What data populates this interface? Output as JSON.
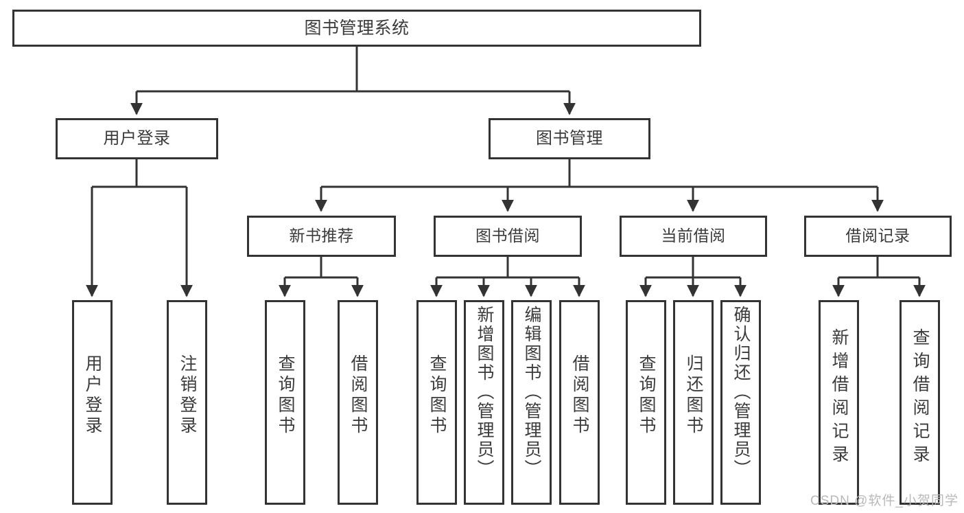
{
  "diagram": {
    "title": "图书管理系统",
    "type": "functional-hierarchy-tree",
    "root": {
      "id": "root",
      "label": "图书管理系统"
    },
    "level2": [
      {
        "id": "user-login",
        "label": "用户登录"
      },
      {
        "id": "book-management",
        "label": "图书管理"
      }
    ],
    "level3": [
      {
        "id": "new-book-recommend",
        "label": "新书推荐"
      },
      {
        "id": "book-borrow",
        "label": "图书借阅"
      },
      {
        "id": "current-borrow",
        "label": "当前借阅"
      },
      {
        "id": "borrow-record",
        "label": "借阅记录"
      }
    ],
    "leaves": {
      "user_login": [
        {
          "id": "leaf-user-login",
          "label": "用户登录"
        },
        {
          "id": "leaf-user-logout",
          "label": "注销登录"
        }
      ],
      "new_book_recommend": [
        {
          "id": "leaf-query-book-1",
          "label": "查询图书"
        },
        {
          "id": "leaf-borrow-book-1",
          "label": "借阅图书"
        }
      ],
      "book_borrow": [
        {
          "id": "leaf-query-book-2",
          "label": "查询图书"
        },
        {
          "id": "leaf-add-book",
          "label": "新增图书（管理员）"
        },
        {
          "id": "leaf-edit-book",
          "label": "编辑图书（管理员）"
        },
        {
          "id": "leaf-borrow-book-2",
          "label": "借阅图书"
        }
      ],
      "current_borrow": [
        {
          "id": "leaf-query-book-3",
          "label": "查询图书"
        },
        {
          "id": "leaf-return-book",
          "label": "归还图书"
        },
        {
          "id": "leaf-confirm-return",
          "label": "确认归还（管理员）"
        }
      ],
      "borrow_record": [
        {
          "id": "leaf-add-record",
          "label": "新增借阅记录"
        },
        {
          "id": "leaf-query-record",
          "label": "查询借阅记录"
        }
      ]
    }
  },
  "watermark": {
    "text": "CSDN @软件_小贺同学"
  },
  "colors": {
    "stroke": "#333333",
    "box_fill": "#ffffff",
    "text": "#3b3b3b",
    "watermark": "#b9b9b9",
    "background": "#ffffff"
  }
}
